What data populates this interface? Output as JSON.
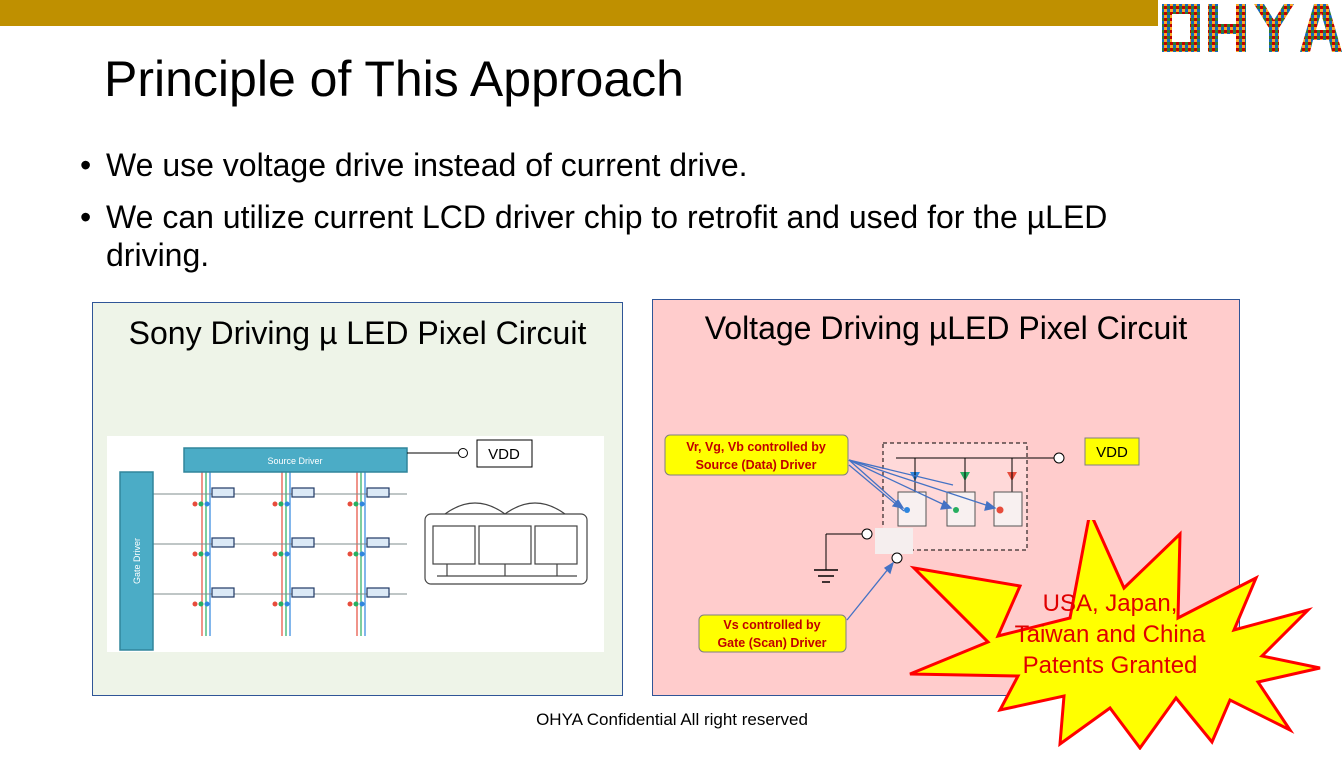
{
  "slide": {
    "title": "Principle of This Approach",
    "bullets": [
      "We use voltage drive instead of current drive.",
      "We can utilize current LCD driver chip to retrofit and used for the µLED",
      "driving."
    ],
    "bullet_symbol": "•",
    "footer": "OHYA Confidential All right reserved",
    "logo_text": "OHYA"
  },
  "left_panel": {
    "title": "Sony Driving µ LED Pixel Circuit",
    "source_driver_label": "Source Driver",
    "gate_driver_label": "Gate Driver",
    "vdd_label": "VDD"
  },
  "right_panel": {
    "title": "Voltage Driving µLED Pixel Circuit",
    "callout_data": [
      "Vr, Vg, Vb controlled by",
      "Source (Data) Driver"
    ],
    "callout_gate": [
      "Vs controlled by",
      "Gate (Scan) Driver"
    ],
    "vdd_label": "VDD"
  },
  "starburst": {
    "lines": [
      "USA, Japan,",
      "Taiwan and China",
      "Patents Granted"
    ]
  },
  "colors": {
    "top_bar": "#bf9000",
    "left_panel_bg": "#eef4e8",
    "right_panel_bg": "#ffcccc",
    "panel_border": "#2f5597",
    "driver_bar": "#4bacc6",
    "callout_bg": "#ffff00",
    "starburst_fill": "#ffff00",
    "starburst_stroke": "#ff0000",
    "starburst_text": "#e00000"
  }
}
